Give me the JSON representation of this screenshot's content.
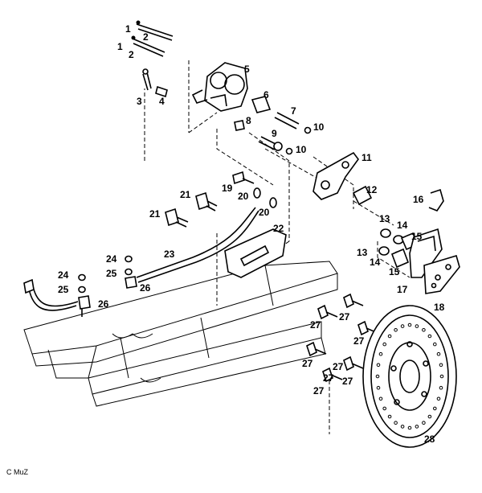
{
  "diagram": {
    "copyright": "C MuZ",
    "callouts": [
      "1",
      "2",
      "1",
      "2",
      "3",
      "4",
      "5",
      "6",
      "7",
      "8",
      "9",
      "10",
      "10",
      "11",
      "12",
      "16",
      "13",
      "14",
      "15",
      "13",
      "14",
      "15",
      "17",
      "18",
      "19",
      "20",
      "20",
      "21",
      "21",
      "22",
      "23",
      "24",
      "25",
      "26",
      "24",
      "25",
      "26",
      "27",
      "27",
      "27",
      "27",
      "27",
      "27",
      "27",
      "27",
      "28"
    ]
  },
  "colors": {
    "line": "#000000",
    "background": "#ffffff"
  }
}
